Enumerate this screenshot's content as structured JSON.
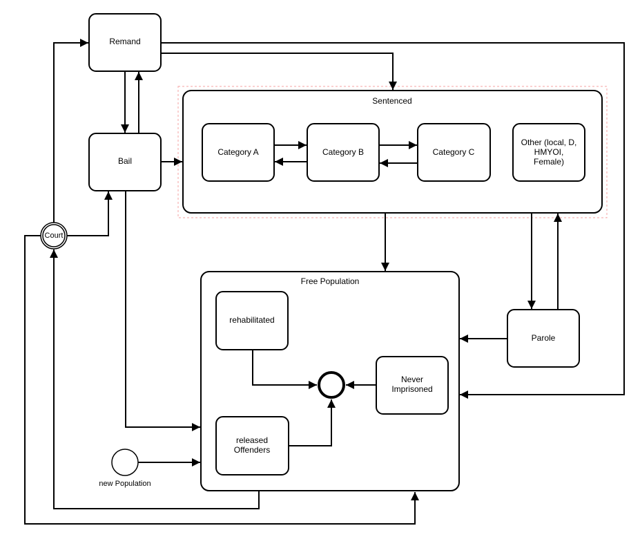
{
  "diagram": {
    "type": "state-flow",
    "nodes": {
      "remand": {
        "label": "Remand"
      },
      "bail": {
        "label": "Bail"
      },
      "court": {
        "label": "Court"
      },
      "sentenced": {
        "label": "Sentenced"
      },
      "category_a": {
        "label": "Category A"
      },
      "category_b": {
        "label": "Category B"
      },
      "category_c": {
        "label": "Category C"
      },
      "other": {
        "label_lines": [
          "Other (local, D,",
          "HMYOI,",
          "Female)"
        ]
      },
      "parole": {
        "label": "Parole"
      },
      "free_population": {
        "label": "Free Population"
      },
      "rehabilitated": {
        "label": "rehabilitated"
      },
      "never_imprisoned": {
        "label_lines": [
          "Never",
          "Imprisoned"
        ]
      },
      "released_offenders": {
        "label_lines": [
          "released",
          "Offenders"
        ]
      },
      "new_population": {
        "label": "new Population"
      },
      "terminal": {
        "label": ""
      }
    },
    "edges": [
      {
        "from": "court",
        "to": "remand"
      },
      {
        "from": "court",
        "to": "bail"
      },
      {
        "from": "remand",
        "to": "bail"
      },
      {
        "from": "bail",
        "to": "remand"
      },
      {
        "from": "bail",
        "to": "sentenced"
      },
      {
        "from": "remand",
        "to": "sentenced"
      },
      {
        "from": "remand",
        "to": "free_population"
      },
      {
        "from": "bail",
        "to": "free_population"
      },
      {
        "from": "category_a",
        "to": "category_b"
      },
      {
        "from": "category_b",
        "to": "category_a"
      },
      {
        "from": "category_b",
        "to": "category_c"
      },
      {
        "from": "category_c",
        "to": "category_b"
      },
      {
        "from": "sentenced",
        "to": "free_population"
      },
      {
        "from": "sentenced",
        "to": "parole"
      },
      {
        "from": "parole",
        "to": "sentenced"
      },
      {
        "from": "parole",
        "to": "free_population"
      },
      {
        "from": "rehabilitated",
        "to": "terminal"
      },
      {
        "from": "never_imprisoned",
        "to": "terminal"
      },
      {
        "from": "released_offenders",
        "to": "terminal"
      },
      {
        "from": "new_population",
        "to": "free_population"
      },
      {
        "from": "free_population",
        "to": "court"
      },
      {
        "from": "court",
        "to": "free_population"
      }
    ],
    "colors": {
      "stroke": "#000000",
      "highlight_dash": "#f4a0a0",
      "fill": "#ffffff"
    }
  }
}
